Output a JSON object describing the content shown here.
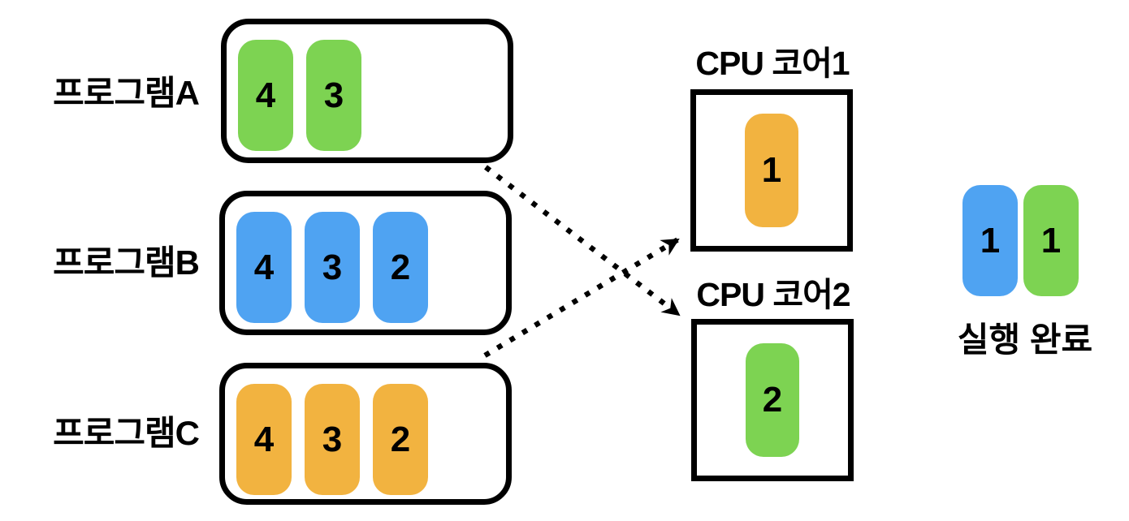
{
  "colors": {
    "green": "#7DD352",
    "blue": "#4FA3F2",
    "orange": "#F2B340",
    "stroke": "#000000"
  },
  "programs": [
    {
      "label": "프로그램A",
      "color": "#7DD352",
      "tasks": [
        "4",
        "3"
      ]
    },
    {
      "label": "프로그램B",
      "color": "#4FA3F2",
      "tasks": [
        "4",
        "3",
        "2"
      ]
    },
    {
      "label": "프로그램C",
      "color": "#F2B340",
      "tasks": [
        "4",
        "3",
        "2"
      ]
    }
  ],
  "cores": [
    {
      "label": "CPU 코어1",
      "task_value": "1",
      "task_color": "#F2B340"
    },
    {
      "label": "CPU 코어2",
      "task_value": "2",
      "task_color": "#7DD352"
    }
  ],
  "completed": {
    "label": "실행 완료",
    "tasks": [
      {
        "value": "1",
        "color": "#4FA3F2"
      },
      {
        "value": "1",
        "color": "#7DD352"
      }
    ]
  },
  "arrows": [
    {
      "from": "program-a",
      "to": "cpu-core-2",
      "style": "dotted"
    },
    {
      "from": "program-c",
      "to": "cpu-core-1",
      "style": "dotted"
    }
  ]
}
